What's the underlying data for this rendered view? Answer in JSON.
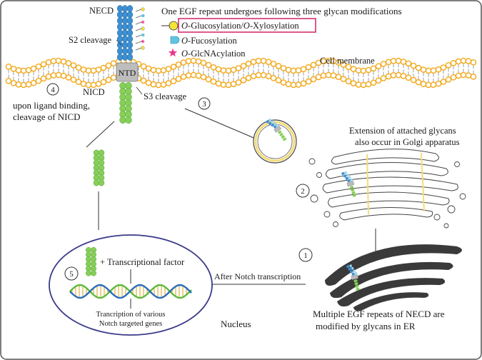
{
  "legend": {
    "title": "One EGF repeat undergoes following three glycan modifications",
    "items": [
      {
        "prefix": "O",
        "text": "-Glucosylation/",
        "prefix2": "O",
        "text2": "-Xylosylation"
      },
      {
        "prefix": "O",
        "text": "-Fucosylation"
      },
      {
        "prefix": "O",
        "text": "-GlcNAcylation"
      }
    ]
  },
  "labels": {
    "necd": "NECD",
    "s2": "S2 cleavage",
    "ntd": "NTD",
    "nicd": "NICD",
    "s3": "S3 cleavage",
    "membrane": "Cell membrane",
    "step4_num": "4",
    "step4_line1": "upon ligand binding,",
    "step4_line2": "cleavage of NICD",
    "step3_num": "3",
    "golgi_line1": "Extension of attached glycans",
    "golgi_line2": "also occur in Golgi apparatus",
    "step2_num": "2",
    "step1_num": "1",
    "er_line1": "Multiple EGF repeats of NECD are",
    "er_line2": "modified by glycans in ER",
    "after_transcription": "After Notch transcription",
    "step5_num": "5",
    "plus_tf": "+ Transcriptional factor",
    "tx_line1": "Trancription of various",
    "tx_line2": "Notch targeted genes",
    "nucleus": "Nucleus"
  },
  "colors": {
    "glucose": "#f5e33a",
    "fucose": "#5fc4dd",
    "glcnac": "#e8388a",
    "necd_blue": "#3d8fd1",
    "nicd_green": "#86cf5a",
    "membrane_head": "#f2a81a",
    "nucleus_border": "#3a3a8a",
    "highlight_box": "#d4306f",
    "dna_blue": "#2a6ebb",
    "dna_green": "#5dbb3a",
    "dna_gold": "#d9a21a"
  }
}
